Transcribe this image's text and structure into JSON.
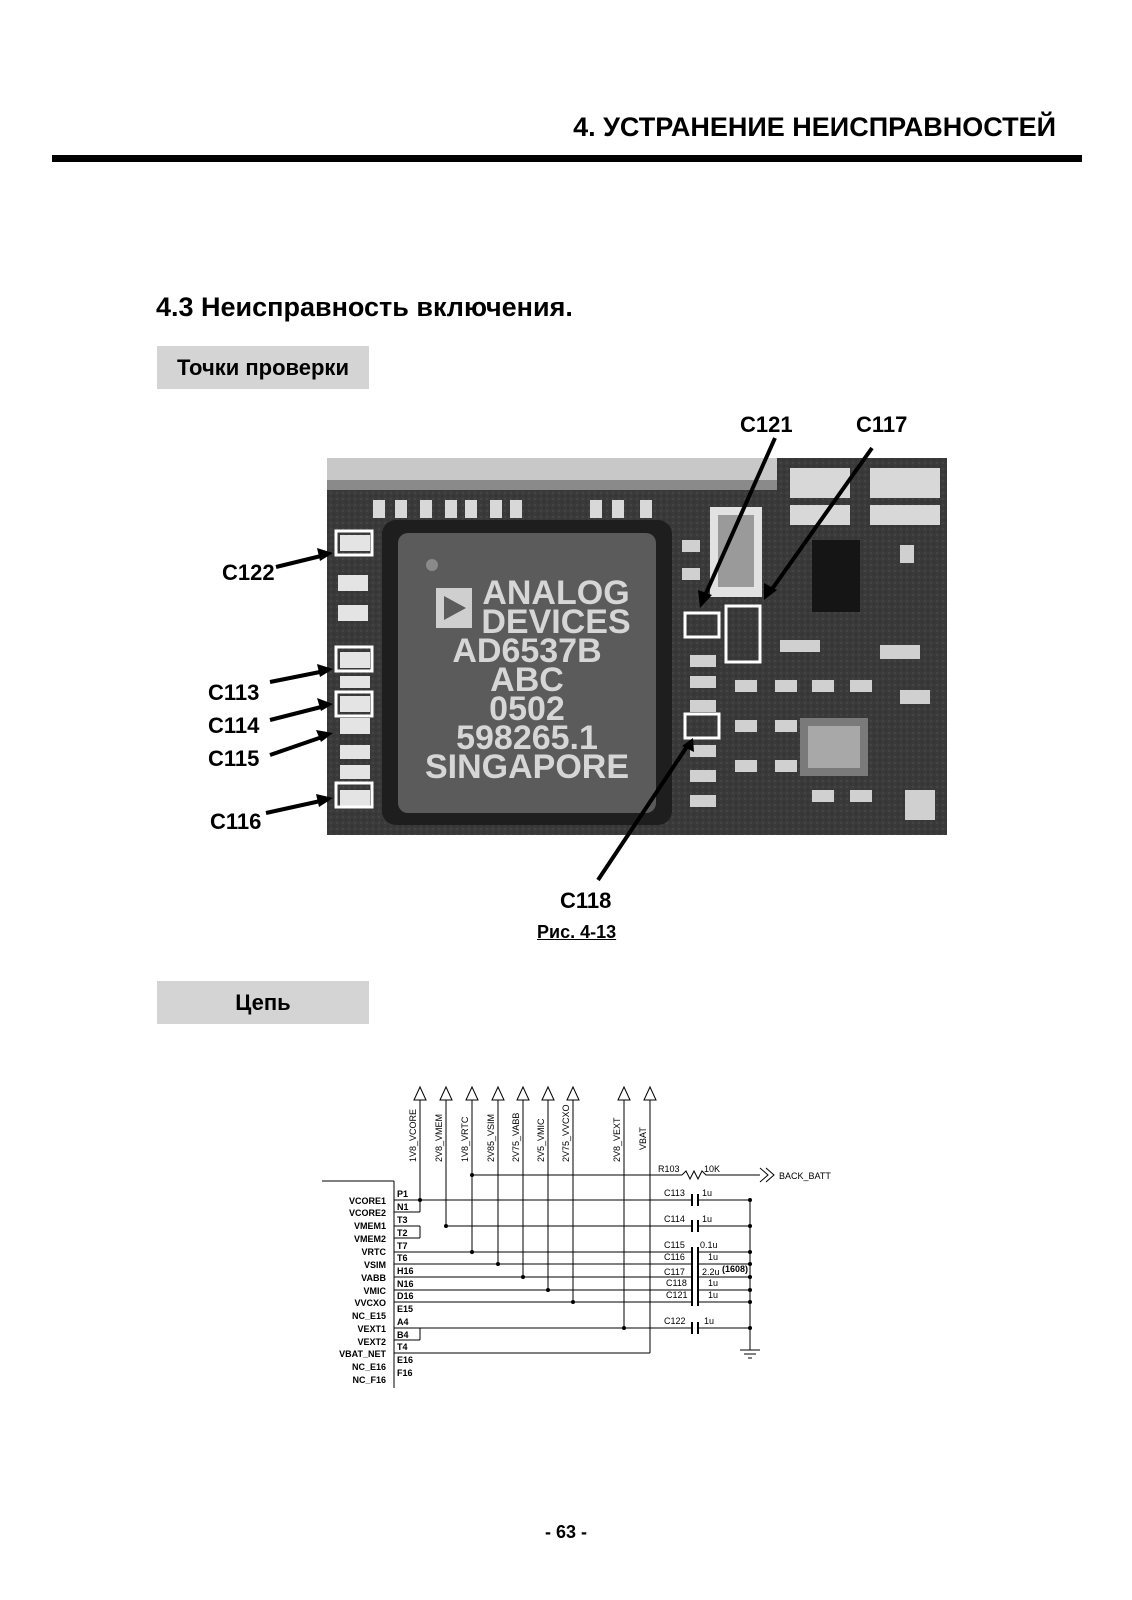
{
  "header": {
    "chapter_title": "4. УСТРАНЕНИЕ НЕИСПРАВНОСТЕЙ"
  },
  "section": {
    "title": "4.3 Неисправность включения."
  },
  "test_points": {
    "box_label": "Точки проверки",
    "chip_text": [
      "ANALOG",
      "DEVICES",
      "AD6537B",
      "ABC",
      "0502",
      "598265.1",
      "SINGAPORE"
    ],
    "callouts": {
      "c121": "C121",
      "c117": "C117",
      "c122": "C122",
      "c113": "C113",
      "c114": "C114",
      "c115": "C115",
      "c116": "C116",
      "c118": "C118"
    },
    "caption": "Рис. 4-13"
  },
  "circuit": {
    "box_label": "Цепь",
    "rails": [
      "1V8_VCORE",
      "2V8_VMEM",
      "1V8_VRTC",
      "2V85_VSIM",
      "2V75_VABB",
      "2V5_VMIC",
      "2V75_VVCXO",
      "2V8_VEXT",
      "VBAT"
    ],
    "pin_names": [
      "VCORE1",
      "VCORE2",
      "VMEM1",
      "VMEM2",
      "VRTC",
      "VSIM",
      "VABB",
      "VMIC",
      "VVCXO",
      "NC_E15",
      "VEXT1",
      "VEXT2",
      "VBAT_NET",
      "NC_E16",
      "NC_F16"
    ],
    "pin_numbers": [
      "P1",
      "N1",
      "T3",
      "T2",
      "T7",
      "T6",
      "H16",
      "N16",
      "D16",
      "E15",
      "A4",
      "B4",
      "T4",
      "E16",
      "F16"
    ],
    "resistor": {
      "ref": "R103",
      "value": "10K",
      "net": "BACK_BATT"
    },
    "capacitors": [
      {
        "ref": "C113",
        "value": "1u"
      },
      {
        "ref": "C114",
        "value": "1u"
      },
      {
        "ref": "C115",
        "value": "0.1u"
      },
      {
        "ref": "C116",
        "value": "1u"
      },
      {
        "ref": "C117",
        "value": "2.2u",
        "note": "(1608)"
      },
      {
        "ref": "C118",
        "value": "1u"
      },
      {
        "ref": "C121",
        "value": "1u"
      },
      {
        "ref": "C122",
        "value": "1u"
      }
    ]
  },
  "footer": {
    "page_number": "- 63 -"
  }
}
